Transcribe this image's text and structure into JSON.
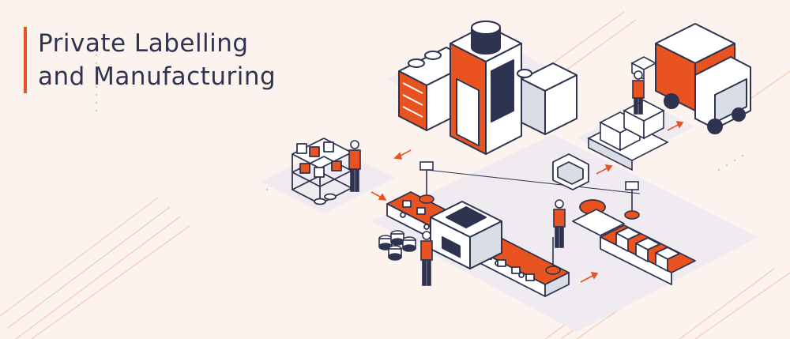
{
  "title": {
    "line1": "Private Labelling",
    "line2": "and Manufacturing"
  },
  "colors": {
    "accent": "#e8531f",
    "navy": "#2e3350",
    "background": "#fdf3ee",
    "light_gray": "#d9dde6"
  },
  "illustration": {
    "subject": "isometric factory production line",
    "icons": [
      "factory-building-icon",
      "delivery-truck-icon",
      "warehouse-shelf-icon",
      "conveyor-belt-icon",
      "worker-icon",
      "control-monitor-icon",
      "box-stack-icon",
      "robotic-arm-icon"
    ]
  }
}
